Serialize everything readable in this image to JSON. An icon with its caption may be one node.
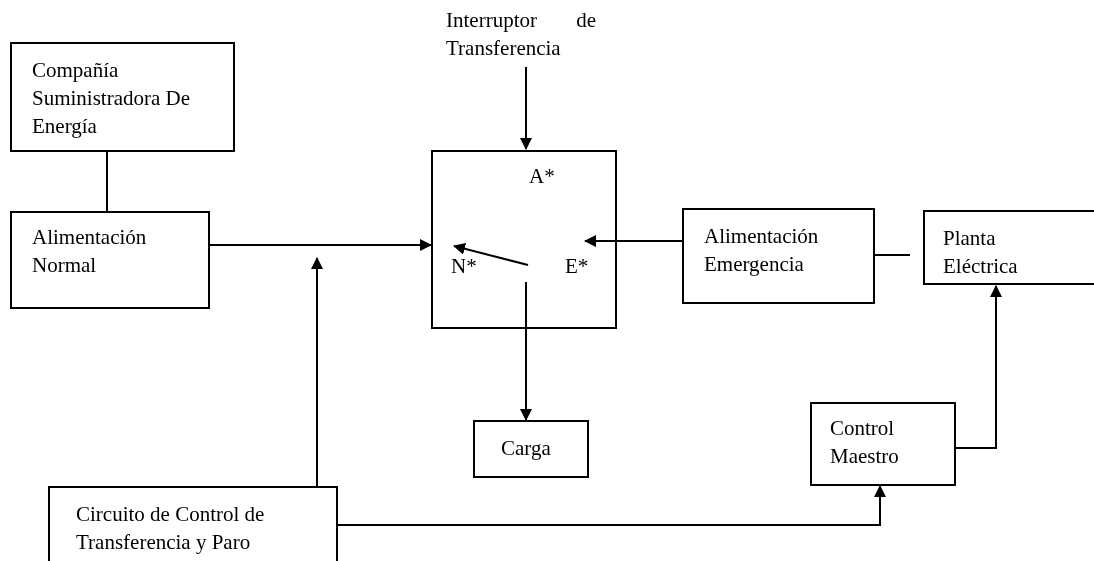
{
  "diagram": {
    "nodes": [
      {
        "text": [
          "Compañía Suministradora De Energía"
        ]
      },
      {
        "text": [
          "Alimentación Normal"
        ]
      },
      {
        "text": [
          "Interruptor de Transferencia"
        ]
      },
      {
        "text": [
          "A*",
          "N*",
          "E*"
        ]
      },
      {
        "text": [
          "Alimentación Emergencia"
        ]
      },
      {
        "text": [
          "Planta Eléctrica"
        ]
      },
      {
        "text": [
          "Carga"
        ]
      },
      {
        "text": [
          "Control Maestro"
        ]
      },
      {
        "text": [
          "Circuito de Control de Transferencia  y Paro"
        ]
      }
    ],
    "edges": [
      {
        "from": 0,
        "to": 1,
        "arrow": "none"
      },
      {
        "from": 1,
        "to": 3,
        "arrow": "to"
      },
      {
        "from": 8,
        "to": null,
        "arrow": "to"
      },
      {
        "from": 2,
        "to": 3,
        "arrow": "to"
      },
      {
        "from": 4,
        "to": 3,
        "arrow": "to"
      },
      {
        "from": 4,
        "to": 5,
        "arrow": "none"
      },
      {
        "from": 3,
        "to": 6,
        "arrow": "to"
      },
      {
        "from": 8,
        "to": 7,
        "arrow": "to"
      },
      {
        "from": 7,
        "to": 5,
        "arrow": "to"
      }
    ]
  }
}
